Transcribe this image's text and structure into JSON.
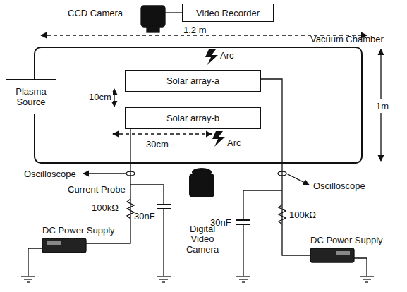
{
  "diagram": {
    "nodes": [
      {
        "text": [
          "Vacuum Chamber"
        ]
      },
      {
        "text": [
          "Plasma Source"
        ],
        "in": 0
      },
      {
        "text": [
          "Solar array-a"
        ],
        "in": 0
      },
      {
        "text": [
          "Solar array-b"
        ],
        "in": 0
      },
      {
        "text": [
          "Video Recorder"
        ]
      }
    ],
    "labels": [
      "CCD Camera",
      "1.2 m",
      "Arc",
      "Arc",
      "10cm",
      "30cm",
      "1m",
      "Oscilloscope",
      "Oscilloscope",
      "Current Probe",
      "100kΩ",
      "100kΩ",
      "30nF",
      "30nF",
      "DC Power Supply",
      "DC Power Supply",
      "Digital Video Camera"
    ]
  }
}
